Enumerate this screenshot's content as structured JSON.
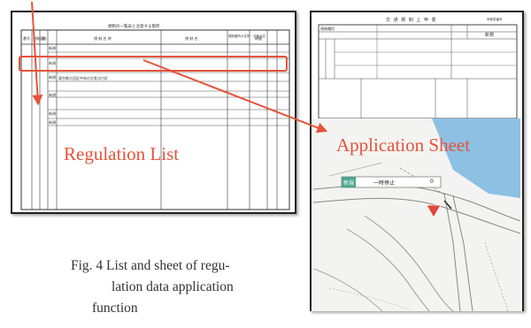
{
  "regulation_list": {
    "label": "Regulation List",
    "title": "規制の一覧表と注意する箇所",
    "headers": [
      "番号",
      "規制区分",
      "種",
      "規 制 名 称",
      "規 制 名",
      "規制箇所の住所・交差点名",
      "期間"
    ],
    "row_labels": [
      "新規",
      "新規",
      "新規",
      "新規",
      "新規",
      "新規"
    ],
    "highlight_row_text": "東京都大田区中央の交差点付近"
  },
  "application_sheet": {
    "label": "Application Sheet",
    "title": "交 通 規 制 上 申 書",
    "top_right": "申請書番号",
    "form_left": "規制種別",
    "form_right": "新規",
    "map_tag": "新規",
    "map_text": "一時停止",
    "map_number": "0"
  },
  "caption": {
    "line1": "Fig. 4 List and sheet of regu-",
    "line2": "lation data application",
    "line3": "function"
  },
  "colors": {
    "accent": "#e5533a",
    "map_water": "#8dc0e3",
    "map_tag_bg": "#4aa58e"
  }
}
